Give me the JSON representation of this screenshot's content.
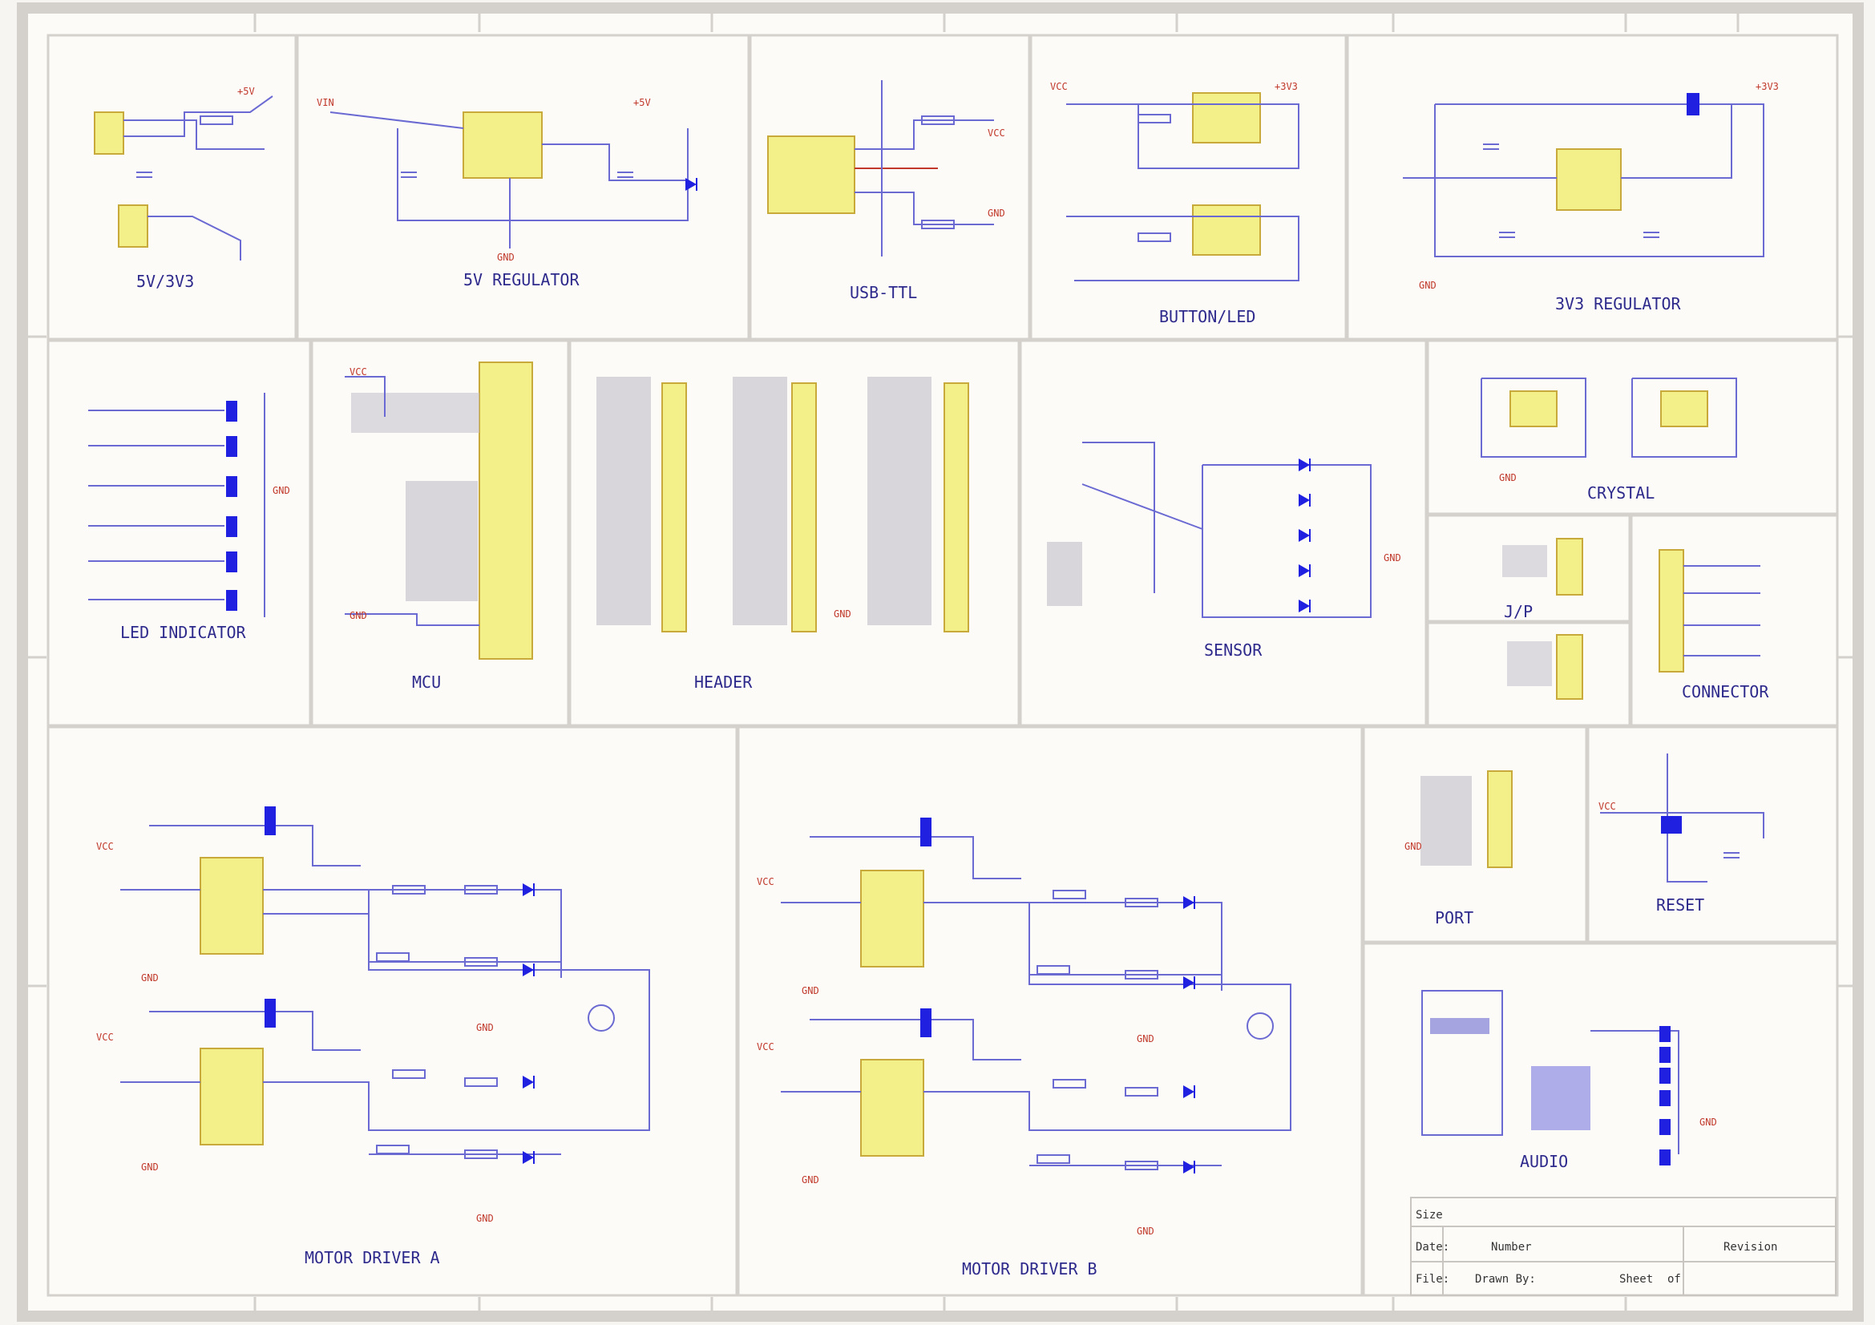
{
  "title_block": {
    "size_label": "Size",
    "number_label": "Number",
    "revision_label": "Revision",
    "date_label": "Date:",
    "file_label": "File:",
    "sheet_label": "Sheet",
    "of_label": "of",
    "drawn_by_label": "Drawn By:"
  },
  "blocks": {
    "b1": "5V/3V3",
    "b2": "5V REGULATOR",
    "b3": "USB-TTL",
    "b4": "BUTTON/LED",
    "b5": "3V3 REGULATOR",
    "b6": "LED INDICATOR",
    "b7": "MCU",
    "b8": "HEADER",
    "b9": "SENSOR",
    "b10": "CRYSTAL",
    "b11": "J/P",
    "b12": "CONNECTOR",
    "b13": "MOTOR DRIVER A",
    "b14": "MOTOR DRIVER B",
    "b15": "PORT",
    "b16": "RESET",
    "b17": "AUDIO"
  },
  "nets": {
    "vcc": "VCC",
    "gnd": "GND",
    "v5": "+5V",
    "v33": "+3V3",
    "vin": "VIN"
  },
  "colors": {
    "wire": "#6a6ad2",
    "frame": "#c9c6c2",
    "ic_fill": "#f3f08a",
    "ic_stroke": "#c7a93c",
    "net_red": "#c0392b",
    "pin_blue": "#2020e0",
    "connector_gray": "#c8c4cf"
  }
}
